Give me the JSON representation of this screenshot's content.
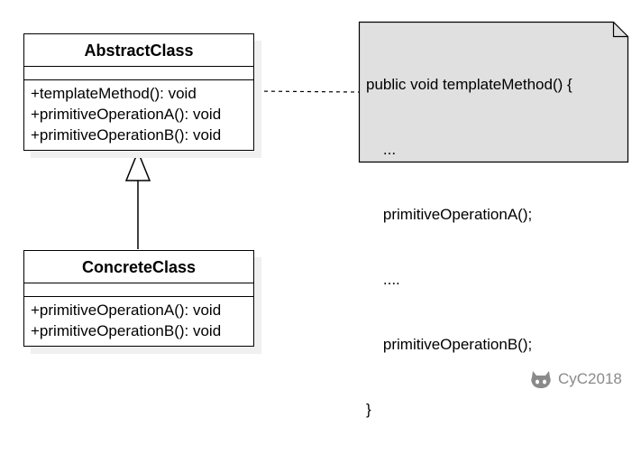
{
  "abstract_class": {
    "name": "AbstractClass",
    "operations": [
      "+templateMethod(): void",
      "+primitiveOperationA(): void",
      "+primitiveOperationB(): void"
    ]
  },
  "concrete_class": {
    "name": "ConcreteClass",
    "operations": [
      "+primitiveOperationA(): void",
      "+primitiveOperationB(): void"
    ]
  },
  "note": {
    "lines": [
      "public void templateMethod() {",
      "    ...",
      "    primitiveOperationA();",
      "    ....",
      "    primitiveOperationB();",
      "}"
    ]
  },
  "watermark": {
    "text": "CyC2018",
    "icon": "github-octocat-icon"
  },
  "colors": {
    "note_fill": "#e0e0e0",
    "line": "#000000",
    "watermark": "#8a8a8a"
  }
}
